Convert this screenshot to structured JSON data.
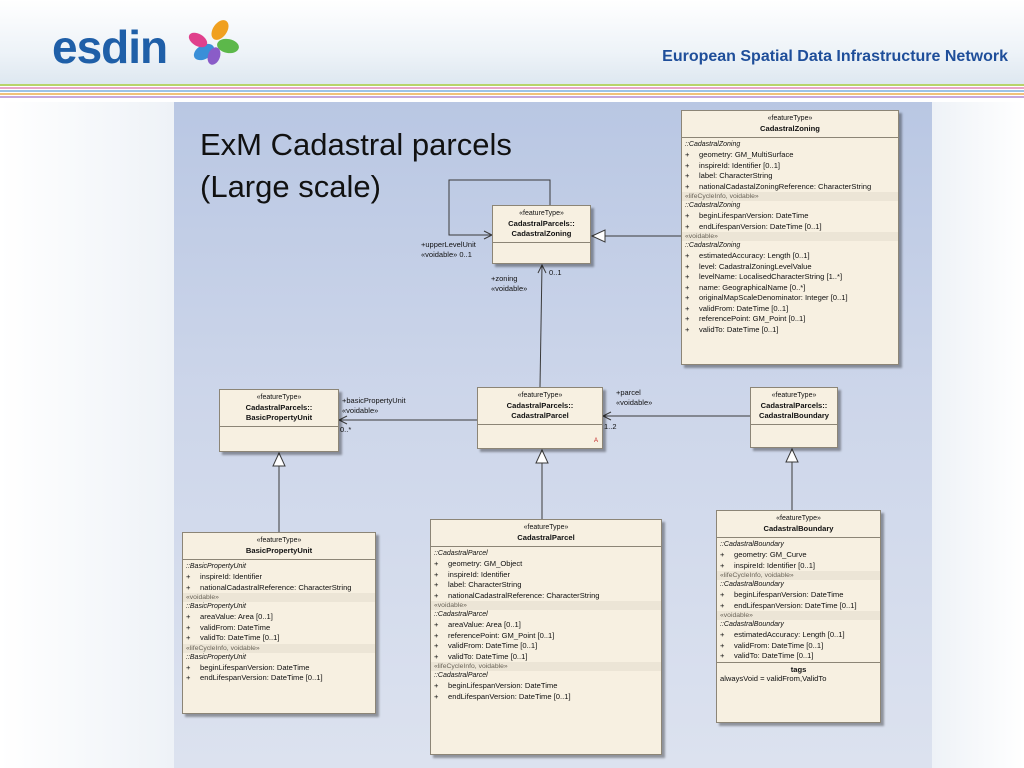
{
  "header": {
    "logo_text": "esdin",
    "tagline": "European Spatial Data Infrastructure Network"
  },
  "slide": {
    "title_line1": "ExM Cadastral  parcels",
    "title_line2": "(Large scale)"
  },
  "colors": {
    "brand_blue": "#1f5fa8",
    "panel_bg": "#c6d0e7",
    "class_fill": "#f7f0e1"
  },
  "links": {
    "upper_level_unit": "+upperLevelUnit",
    "upper_level_voidable": "«voidable» 0..1",
    "zoning_role": "+zoning",
    "zoning_voidable": "«voidable»",
    "zoning_mult": "0..1",
    "basic_role": "+basicPropertyUnit",
    "basic_voidable": "«voidable»",
    "basic_mult": "0..*",
    "parcel_role": "+parcel",
    "parcel_voidable": "«voidable»",
    "parcel_mult": "1..2"
  },
  "classes": {
    "zoning_abs": {
      "stereotype": "«featureType»",
      "name1": "CadastralParcels::",
      "name2": "CadastralZoning"
    },
    "parcel_abs": {
      "stereotype": "«featureType»",
      "name1": "CadastralParcels::",
      "name2": "CadastralParcel",
      "marker": "A"
    },
    "bpu_abs": {
      "stereotype": "«featureType»",
      "name1": "CadastralParcels::",
      "name2": "BasicPropertyUnit"
    },
    "boundary_abs": {
      "stereotype": "«featureType»",
      "name1": "CadastralParcels::",
      "name2": "CadastralBoundary"
    },
    "zoning_det": {
      "stereotype": "«featureType»",
      "name": "CadastralZoning",
      "groups": [
        {
          "title": "",
          "cls": "::CadastralZoning",
          "attrs": [
            {
              "vis": "+",
              "text": "geometry:  GM_MultiSurface"
            },
            {
              "vis": "+",
              "text": "inspireId:  Identifier [0..1]"
            },
            {
              "vis": "+",
              "text": "label:  CharacterString"
            },
            {
              "vis": "+",
              "text": "nationalCadastalZoningReference:  CharacterString"
            }
          ]
        },
        {
          "title": "«lifeCycleInfo, voidable»",
          "cls": "::CadastralZoning",
          "attrs": [
            {
              "vis": "+",
              "text": "beginLifespanVersion:  DateTime"
            },
            {
              "vis": "+",
              "text": "endLifespanVersion:  DateTime [0..1]"
            }
          ]
        },
        {
          "title": "«voidable»",
          "cls": "::CadastralZoning",
          "attrs": [
            {
              "vis": "+",
              "text": "estimatedAccuracy:  Length [0..1]"
            },
            {
              "vis": "+",
              "text": "level:  CadastralZoningLevelValue"
            },
            {
              "vis": "+",
              "text": "levelName:  LocalisedCharacterString [1..*]"
            },
            {
              "vis": "+",
              "text": "name:  GeographicalName [0..*]"
            },
            {
              "vis": "+",
              "text": "originalMapScaleDenominator:  Integer [0..1]"
            },
            {
              "vis": "+",
              "text": "validFrom:  DateTime [0..1]"
            },
            {
              "vis": "+",
              "text": "referencePoint:  GM_Point [0..1]"
            },
            {
              "vis": "+",
              "text": "validTo:  DateTime [0..1]"
            }
          ]
        }
      ]
    },
    "bpu_det": {
      "stereotype": "«featureType»",
      "name": "BasicPropertyUnit",
      "groups": [
        {
          "title": "",
          "cls": "::BasicPropertyUnit",
          "attrs": [
            {
              "vis": "+",
              "text": "inspireId:  Identifier"
            },
            {
              "vis": "+",
              "text": "nationalCadastralReference:  CharacterString"
            }
          ]
        },
        {
          "title": "«voidable»",
          "cls": "::BasicPropertyUnit",
          "attrs": [
            {
              "vis": "+",
              "text": "areaValue:  Area [0..1]"
            },
            {
              "vis": "+",
              "text": "validFrom:  DateTime"
            },
            {
              "vis": "+",
              "text": "validTo:  DateTime [0..1]"
            }
          ]
        },
        {
          "title": "«lifeCycleInfo, voidable»",
          "cls": "::BasicPropertyUnit",
          "attrs": [
            {
              "vis": "+",
              "text": "beginLifespanVersion:  DateTime"
            },
            {
              "vis": "+",
              "text": "endLifespanVersion:  DateTime [0..1]"
            }
          ]
        }
      ]
    },
    "parcel_det": {
      "stereotype": "«featureType»",
      "name": "CadastralParcel",
      "groups": [
        {
          "title": "",
          "cls": "::CadastralParcel",
          "attrs": [
            {
              "vis": "+",
              "text": "geometry:  GM_Object"
            },
            {
              "vis": "+",
              "text": "inspireId:  Identifier"
            },
            {
              "vis": "+",
              "text": "label:  CharacterString"
            },
            {
              "vis": "+",
              "text": "nationalCadastralReference:  CharacterString"
            }
          ]
        },
        {
          "title": "«voidable»",
          "cls": "::CadastralParcel",
          "attrs": [
            {
              "vis": "+",
              "text": "areaValue:  Area [0..1]"
            },
            {
              "vis": "+",
              "text": "referencePoint:  GM_Point [0..1]"
            },
            {
              "vis": "+",
              "text": "validFrom:  DateTime [0..1]"
            },
            {
              "vis": "+",
              "text": "validTo:  DateTime [0..1]"
            }
          ]
        },
        {
          "title": "«lifeCycleInfo, voidable»",
          "cls": "::CadastralParcel",
          "attrs": [
            {
              "vis": "+",
              "text": "beginLifespanVersion:  DateTime"
            },
            {
              "vis": "+",
              "text": "endLifespanVersion:  DateTime [0..1]"
            }
          ]
        }
      ]
    },
    "boundary_det": {
      "stereotype": "«featureType»",
      "name": "CadastralBoundary",
      "groups": [
        {
          "title": "",
          "cls": "::CadastralBoundary",
          "attrs": [
            {
              "vis": "+",
              "text": "geometry:  GM_Curve"
            },
            {
              "vis": "+",
              "text": "inspireId:  Identifier [0..1]"
            }
          ]
        },
        {
          "title": "«lifeCycleInfo, voidable»",
          "cls": "::CadastralBoundary",
          "attrs": [
            {
              "vis": "+",
              "text": "beginLifespanVersion:  DateTime"
            },
            {
              "vis": "+",
              "text": "endLifespanVersion:  DateTime [0..1]"
            }
          ]
        },
        {
          "title": "«voidable»",
          "cls": "::CadastralBoundary",
          "attrs": [
            {
              "vis": "+",
              "text": "estimatedAccuracy:  Length [0..1]"
            },
            {
              "vis": "+",
              "text": "validFrom:  DateTime [0..1]"
            },
            {
              "vis": "+",
              "text": "validTo:  DateTime [0..1]"
            }
          ]
        }
      ],
      "tags_title": "tags",
      "tags_value": "alwaysVoid = validFrom,ValidTo"
    }
  }
}
